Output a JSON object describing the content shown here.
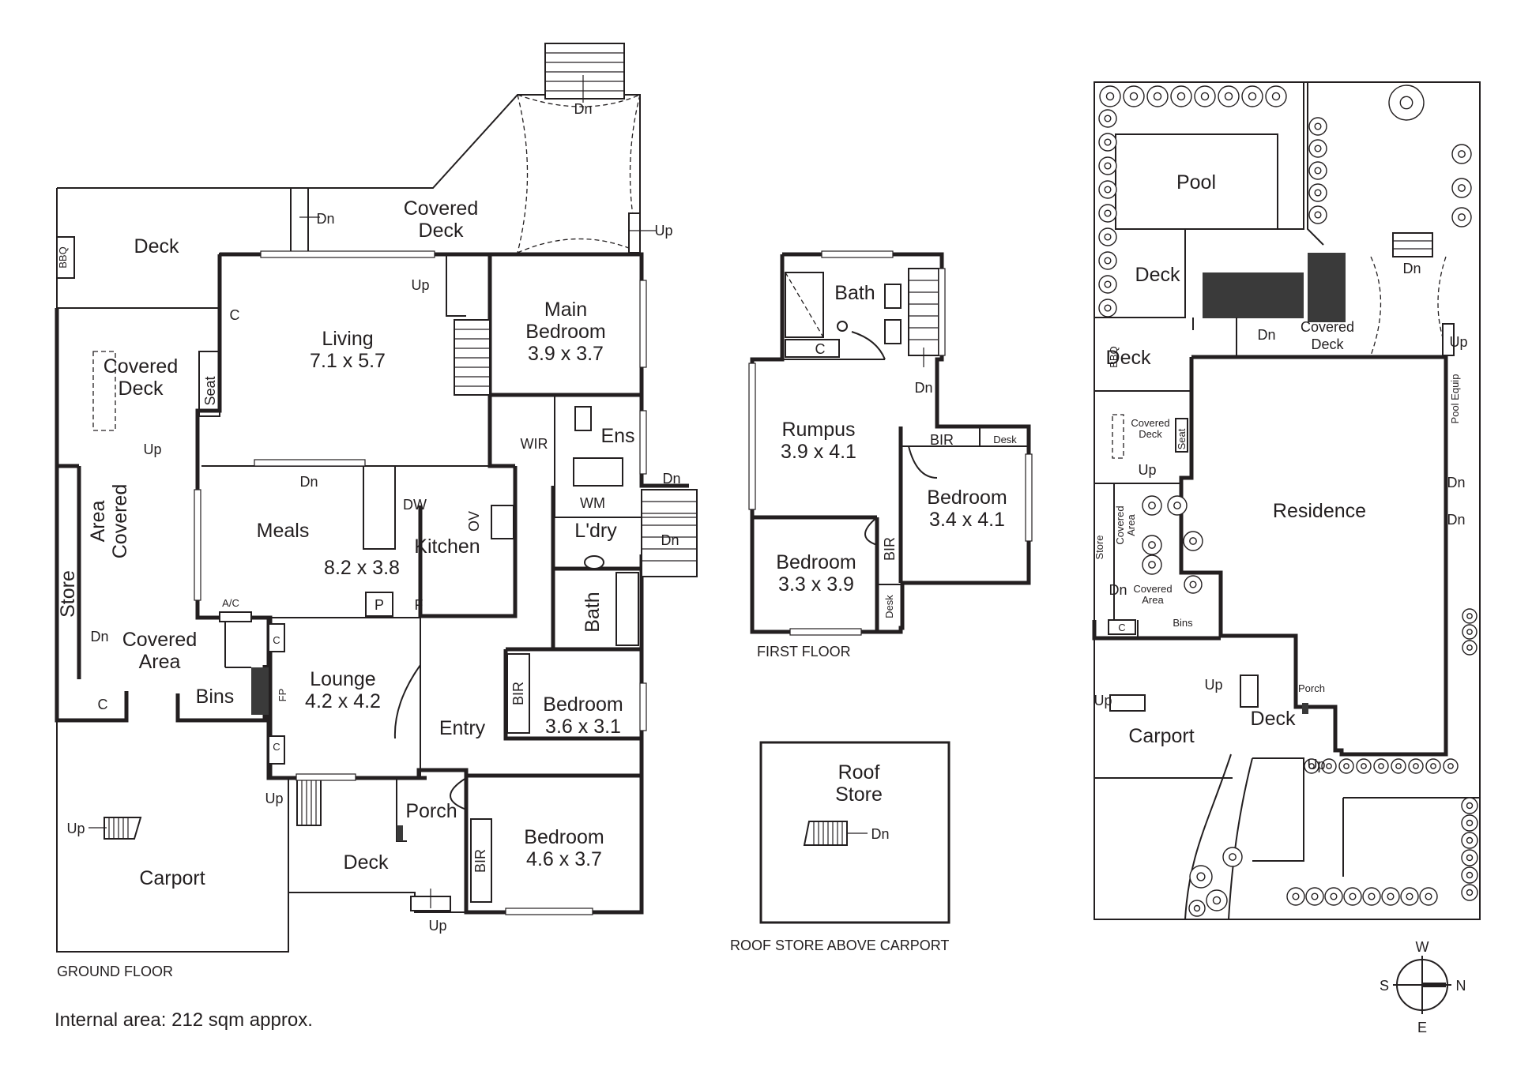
{
  "ground_floor": {
    "caption": "GROUND FLOOR",
    "rooms": {
      "deck_nw": "Deck",
      "bbq": "BBQ",
      "covered_deck_top": [
        "Covered",
        "Deck"
      ],
      "covered_deck_left": [
        "Covered",
        "Deck"
      ],
      "seat": "Seat",
      "c_living": "C",
      "living": [
        "Living",
        "7.1 x 5.7"
      ],
      "main_bedroom": [
        "Main",
        "Bedroom",
        "3.9 x 3.7"
      ],
      "wir": "WIR",
      "ens": "Ens",
      "meals": [
        "Meals",
        "8.2 x 3.8"
      ],
      "kitchen": "Kitchen",
      "dw": "DW",
      "ov": "OV",
      "p": "P",
      "f": "F",
      "wm": "WM",
      "laundry": "L'dry",
      "bath": "Bath",
      "covered_area_left": [
        "Covered",
        "Area"
      ],
      "store": "Store",
      "covered_area_bottom": [
        "Covered",
        "Area"
      ],
      "c_bottom": "C",
      "bins": "Bins",
      "ac": "A/C",
      "c_lounge_top": "C",
      "fp": "FP",
      "c_lounge_bottom": "C",
      "lounge": [
        "Lounge",
        "4.2 x 4.2"
      ],
      "entry": "Entry",
      "bir_1": "BIR",
      "bedroom_1": [
        "Bedroom",
        "3.6 x 3.1"
      ],
      "porch": "Porch",
      "bir_2": "BIR",
      "bedroom_2": [
        "Bedroom",
        "4.6 x 3.7"
      ],
      "deck_s": "Deck",
      "carport": "Carport"
    },
    "stairs": {
      "dn_top": "Dn",
      "dn_deck": "Dn",
      "up_deck": "Up",
      "up_living": "Up",
      "up_cov": "Up",
      "dn_meals": "Dn",
      "dn_ldry_1": "Dn",
      "dn_ldry_2": "Dn",
      "dn_cov_area": "Dn",
      "up_carport": "Up",
      "up_deck_s": "Up",
      "up_bottom": "Up"
    }
  },
  "first_floor": {
    "caption": "FIRST FLOOR",
    "rooms": {
      "bath": "Bath",
      "c": "C",
      "rumpus": [
        "Rumpus",
        "3.9 x 4.1"
      ],
      "bir_top": "BIR",
      "desk_top": "Desk",
      "bedroom_a": [
        "Bedroom",
        "3.4 x 4.1"
      ],
      "bir_side": "BIR",
      "bedroom_b": [
        "Bedroom",
        "3.3 x 3.9"
      ],
      "desk_side": "Desk"
    },
    "stairs": {
      "dn": "Dn"
    }
  },
  "roof_store": {
    "title": [
      "Roof",
      "Store"
    ],
    "dn": "Dn",
    "caption": "ROOF STORE ABOVE CARPORT"
  },
  "site_plan": {
    "pool": "Pool",
    "deck_1": "Deck",
    "deck_2": "Deck",
    "bbq": "BBQ",
    "covered_deck": [
      "Covered",
      "Deck"
    ],
    "dn_top": "Dn",
    "dn_deck": "Dn",
    "up_right": "Up",
    "pool_equip": "Pool Equip",
    "covered_deck_small": [
      "Covered",
      "Deck"
    ],
    "seat": "Seat",
    "up_cov": "Up",
    "residence": "Residence",
    "dn_r1": "Dn",
    "dn_r2": "Dn",
    "store": "Store",
    "covered_area_small": [
      "Covered",
      "Area"
    ],
    "dn_small": "Dn",
    "covered_area_small_2": [
      "Covered",
      "Area"
    ],
    "c": "C",
    "bins": "Bins",
    "up_carport": "Up",
    "up_deck": "Up",
    "porch": "Porch",
    "deck_3": "Deck",
    "carport": "Carport",
    "up_bottom": "Up"
  },
  "compass": {
    "w": "W",
    "s": "S",
    "n": "N",
    "e": "E"
  },
  "internal_area": "Internal area: 212 sqm approx."
}
